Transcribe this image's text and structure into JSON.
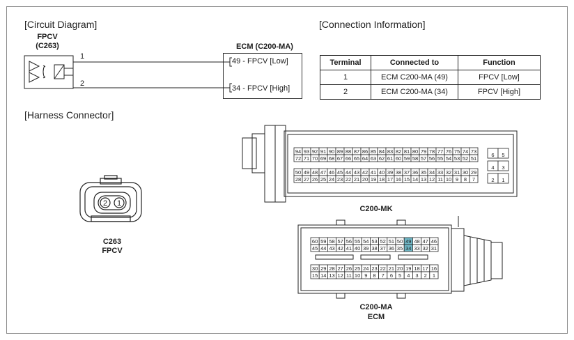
{
  "headings": {
    "circuit": "[Circuit Diagram]",
    "connection": "[Connection Information]",
    "harness": "[Harness Connector]"
  },
  "circuit": {
    "component_name": "FPCV",
    "component_code": "(C263)",
    "ecm_title": "ECM (C200-MA)",
    "wires": [
      {
        "terminal": "1",
        "ecm_label": "49 - FPCV [Low]"
      },
      {
        "terminal": "2",
        "ecm_label": "34 - FPCV [High]"
      }
    ]
  },
  "table": {
    "headers": [
      "Terminal",
      "Connected to",
      "Function"
    ],
    "rows": [
      [
        "1",
        "ECM C200-MA (49)",
        "FPCV [Low]"
      ],
      [
        "2",
        "ECM C200-MA (34)",
        "FPCV [High]"
      ]
    ]
  },
  "connectors": {
    "c263": {
      "pins": [
        "2",
        "1"
      ],
      "label1": "C263",
      "label2": "FPCV"
    },
    "mk": {
      "label": "C200-MK",
      "row1": [
        "94",
        "93",
        "92",
        "91",
        "90",
        "89",
        "88",
        "87",
        "86",
        "85",
        "84",
        "83",
        "82",
        "81",
        "80",
        "79",
        "78",
        "77",
        "76",
        "75",
        "74",
        "73"
      ],
      "row2": [
        "72",
        "71",
        "70",
        "69",
        "68",
        "67",
        "66",
        "65",
        "64",
        "63",
        "62",
        "61",
        "60",
        "59",
        "58",
        "57",
        "56",
        "55",
        "54",
        "53",
        "52",
        "51"
      ],
      "row3": [
        "50",
        "49",
        "48",
        "47",
        "46",
        "45",
        "44",
        "43",
        "42",
        "41",
        "40",
        "39",
        "38",
        "37",
        "36",
        "35",
        "34",
        "33",
        "32",
        "31",
        "30",
        "29"
      ],
      "row4": [
        "28",
        "27",
        "26",
        "25",
        "24",
        "23",
        "22",
        "21",
        "20",
        "19",
        "18",
        "17",
        "16",
        "15",
        "14",
        "13",
        "12",
        "11",
        "10",
        "9",
        "8",
        "7"
      ],
      "side": [
        [
          "6",
          "5"
        ],
        [
          "4",
          "3"
        ],
        [
          "2",
          "1"
        ]
      ]
    },
    "ma": {
      "label1": "C200-MA",
      "label2": "ECM",
      "row1": [
        "60",
        "59",
        "58",
        "57",
        "56",
        "55",
        "54",
        "53",
        "52",
        "51",
        "50",
        "49",
        "48",
        "47",
        "46"
      ],
      "row2": [
        "45",
        "44",
        "43",
        "42",
        "41",
        "40",
        "39",
        "38",
        "37",
        "36",
        "35",
        "34",
        "33",
        "32",
        "31"
      ],
      "row3": [
        "30",
        "29",
        "28",
        "27",
        "26",
        "25",
        "24",
        "23",
        "22",
        "21",
        "20",
        "19",
        "18",
        "17",
        "16"
      ],
      "row4": [
        "15",
        "14",
        "13",
        "12",
        "11",
        "10",
        "9",
        "8",
        "7",
        "6",
        "5",
        "4",
        "3",
        "2",
        "1"
      ],
      "highlight": [
        "49",
        "34"
      ]
    }
  },
  "colors": {
    "highlight": "#6fb7c6",
    "line": "#222222",
    "frame": "#8a8a8a"
  }
}
